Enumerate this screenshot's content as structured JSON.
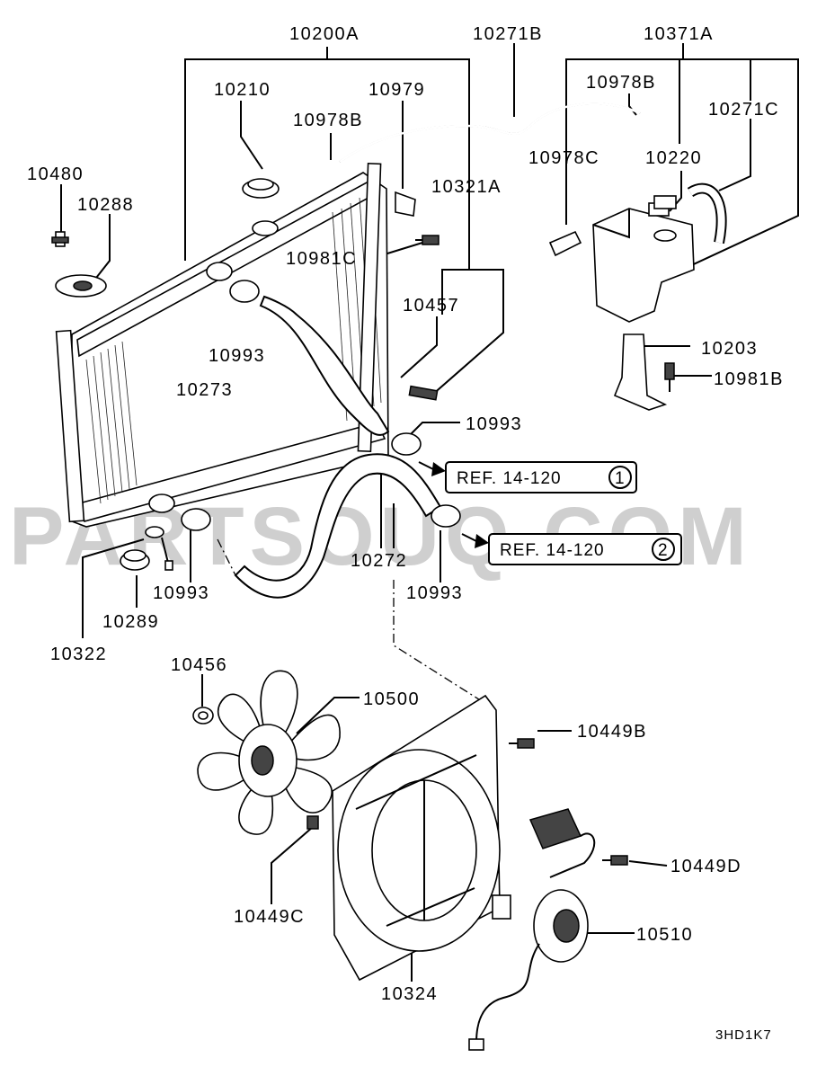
{
  "watermark": "PARTSOUQ.COM",
  "drawing_code": "3HD1K7",
  "ref_boxes": [
    {
      "text": "REF. 14-120",
      "badge": "1"
    },
    {
      "text": "REF. 14-120",
      "badge": "2"
    }
  ],
  "callouts": {
    "p10200A": "10200A",
    "p10271B": "10271B",
    "p10371A": "10371A",
    "p10210": "10210",
    "p10979": "10979",
    "p10978B_a": "10978B",
    "p10978B_b": "10978B",
    "p10271C": "10271C",
    "p10480": "10480",
    "p10288": "10288",
    "p10978C": "10978C",
    "p10220": "10220",
    "p10321A": "10321A",
    "p10981C": "10981C",
    "p10457": "10457",
    "p10993_a": "10993",
    "p10203": "10203",
    "p10981B": "10981B",
    "p10273": "10273",
    "p10993_b": "10993",
    "p10272": "10272",
    "p10993_c": "10993",
    "p10993_d": "10993",
    "p10289": "10289",
    "p10322": "10322",
    "p10456": "10456",
    "p10500": "10500",
    "p10449B": "10449B",
    "p10449D": "10449D",
    "p10449C": "10449C",
    "p10510": "10510",
    "p10324": "10324"
  }
}
